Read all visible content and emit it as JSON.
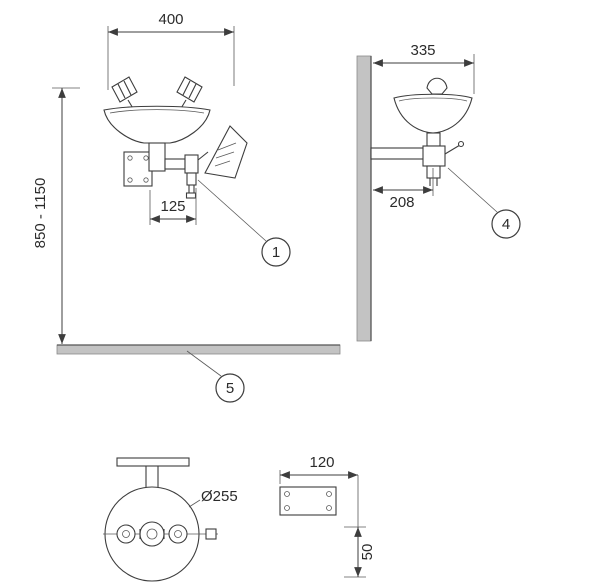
{
  "colors": {
    "line": "#3d3d3d",
    "gray_surface": "#c3c3c3",
    "background": "#ffffff"
  },
  "front_view": {
    "dim_width_top": "400",
    "dim_height_range": "850 - 1150",
    "dim_valve_offset": "125",
    "callout_valve": "1",
    "callout_floor": "5"
  },
  "side_view": {
    "dim_depth_total": "335",
    "dim_bowl_center": "208",
    "callout_wall_assembly": "4"
  },
  "top_view": {
    "dim_bowl_diameter": "Ø255"
  },
  "plate_view": {
    "dim_plate_width": "120",
    "dim_plate_height": "50"
  }
}
